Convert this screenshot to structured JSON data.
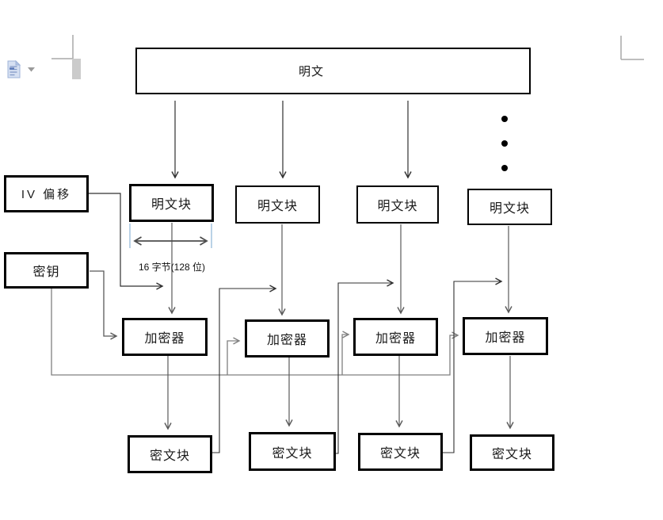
{
  "colors": {
    "shape_border": "#000000",
    "line_dark": "#303030",
    "line_mid": "#595959",
    "line_light": "#808080",
    "measure_tick_blue": "#8db3d6",
    "page_crop_mark": "#a9a9a9"
  },
  "icons": {
    "paste_options": "clipboard-paste-icon",
    "dropdown_arrow": "▾",
    "vertical_ellipsis_dots": 3
  },
  "diagram": {
    "plaintext_label": "明文",
    "plaintext_blocks": [
      "明文块",
      "明文块",
      "明文块",
      "明文块"
    ],
    "iv_label": "IV 偏移",
    "key_label": "密钥",
    "encryptors": [
      "加密器",
      "加密器",
      "加密器",
      "加密器"
    ],
    "ciphertext_blocks": [
      "密文块",
      "密文块",
      "密文块",
      "密文块"
    ],
    "block_size_label": "16 字节(128 位)"
  }
}
